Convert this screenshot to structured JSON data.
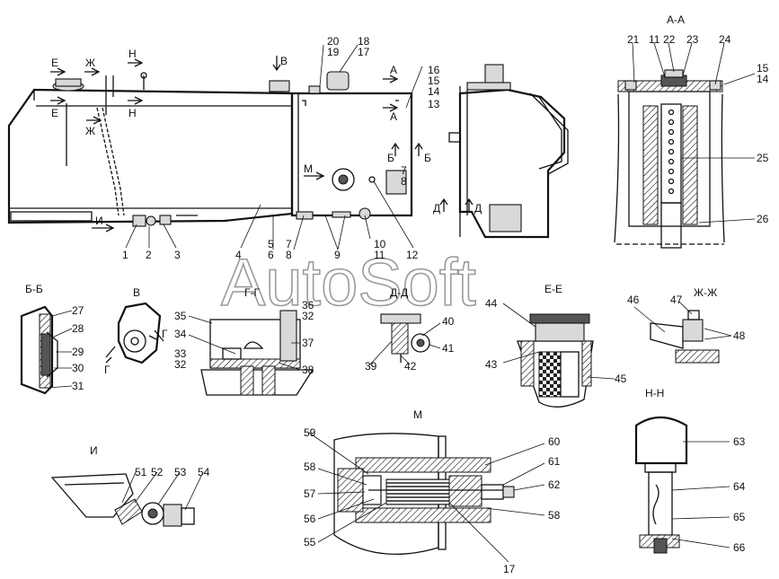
{
  "watermark": "AutoSoft",
  "section_titles": {
    "aa": "А-А",
    "bb": "Б-Б",
    "v": "В",
    "gg": "Г-Г",
    "dd": "Д-Д",
    "ee": "Е-Е",
    "zhzh": "Ж-Ж",
    "nn": "Н-Н",
    "m": "М",
    "i": "И"
  },
  "markers": {
    "e": "Е",
    "zh": "Ж",
    "n": "Н",
    "v": "В",
    "a": "А",
    "b": "Б",
    "d": "Д",
    "m": "М",
    "i": "И",
    "g": "Г"
  },
  "callouts": {
    "c1": "1",
    "c2": "2",
    "c3": "3",
    "c4": "4",
    "c5": "5",
    "c6": "6",
    "c7": "7",
    "c8": "8",
    "c9": "9",
    "c10": "10",
    "c11": "11",
    "c12": "12",
    "c13": "13",
    "c14": "14",
    "c15": "15",
    "c16": "16",
    "c17": "17",
    "c18": "18",
    "c19": "19",
    "c20": "20",
    "c21": "21",
    "c22": "22",
    "c23": "23",
    "c24": "24",
    "c25": "25",
    "c26": "26",
    "c27": "27",
    "c28": "28",
    "c29": "29",
    "c30": "30",
    "c31": "31",
    "c32": "32",
    "c33": "33",
    "c34": "34",
    "c35": "35",
    "c36": "36",
    "c37": "37",
    "c38": "38",
    "c39": "39",
    "c40": "40",
    "c41": "41",
    "c42": "42",
    "c43": "43",
    "c44": "44",
    "c45": "45",
    "c46": "46",
    "c47": "47",
    "c48": "48",
    "c51": "51",
    "c52": "52",
    "c53": "53",
    "c54": "54",
    "c55": "55",
    "c56": "56",
    "c57": "57",
    "c58": "58",
    "c59": "59",
    "c60": "60",
    "c61": "61",
    "c62": "62",
    "c63": "63",
    "c64": "64",
    "c65": "65",
    "c66": "66"
  }
}
